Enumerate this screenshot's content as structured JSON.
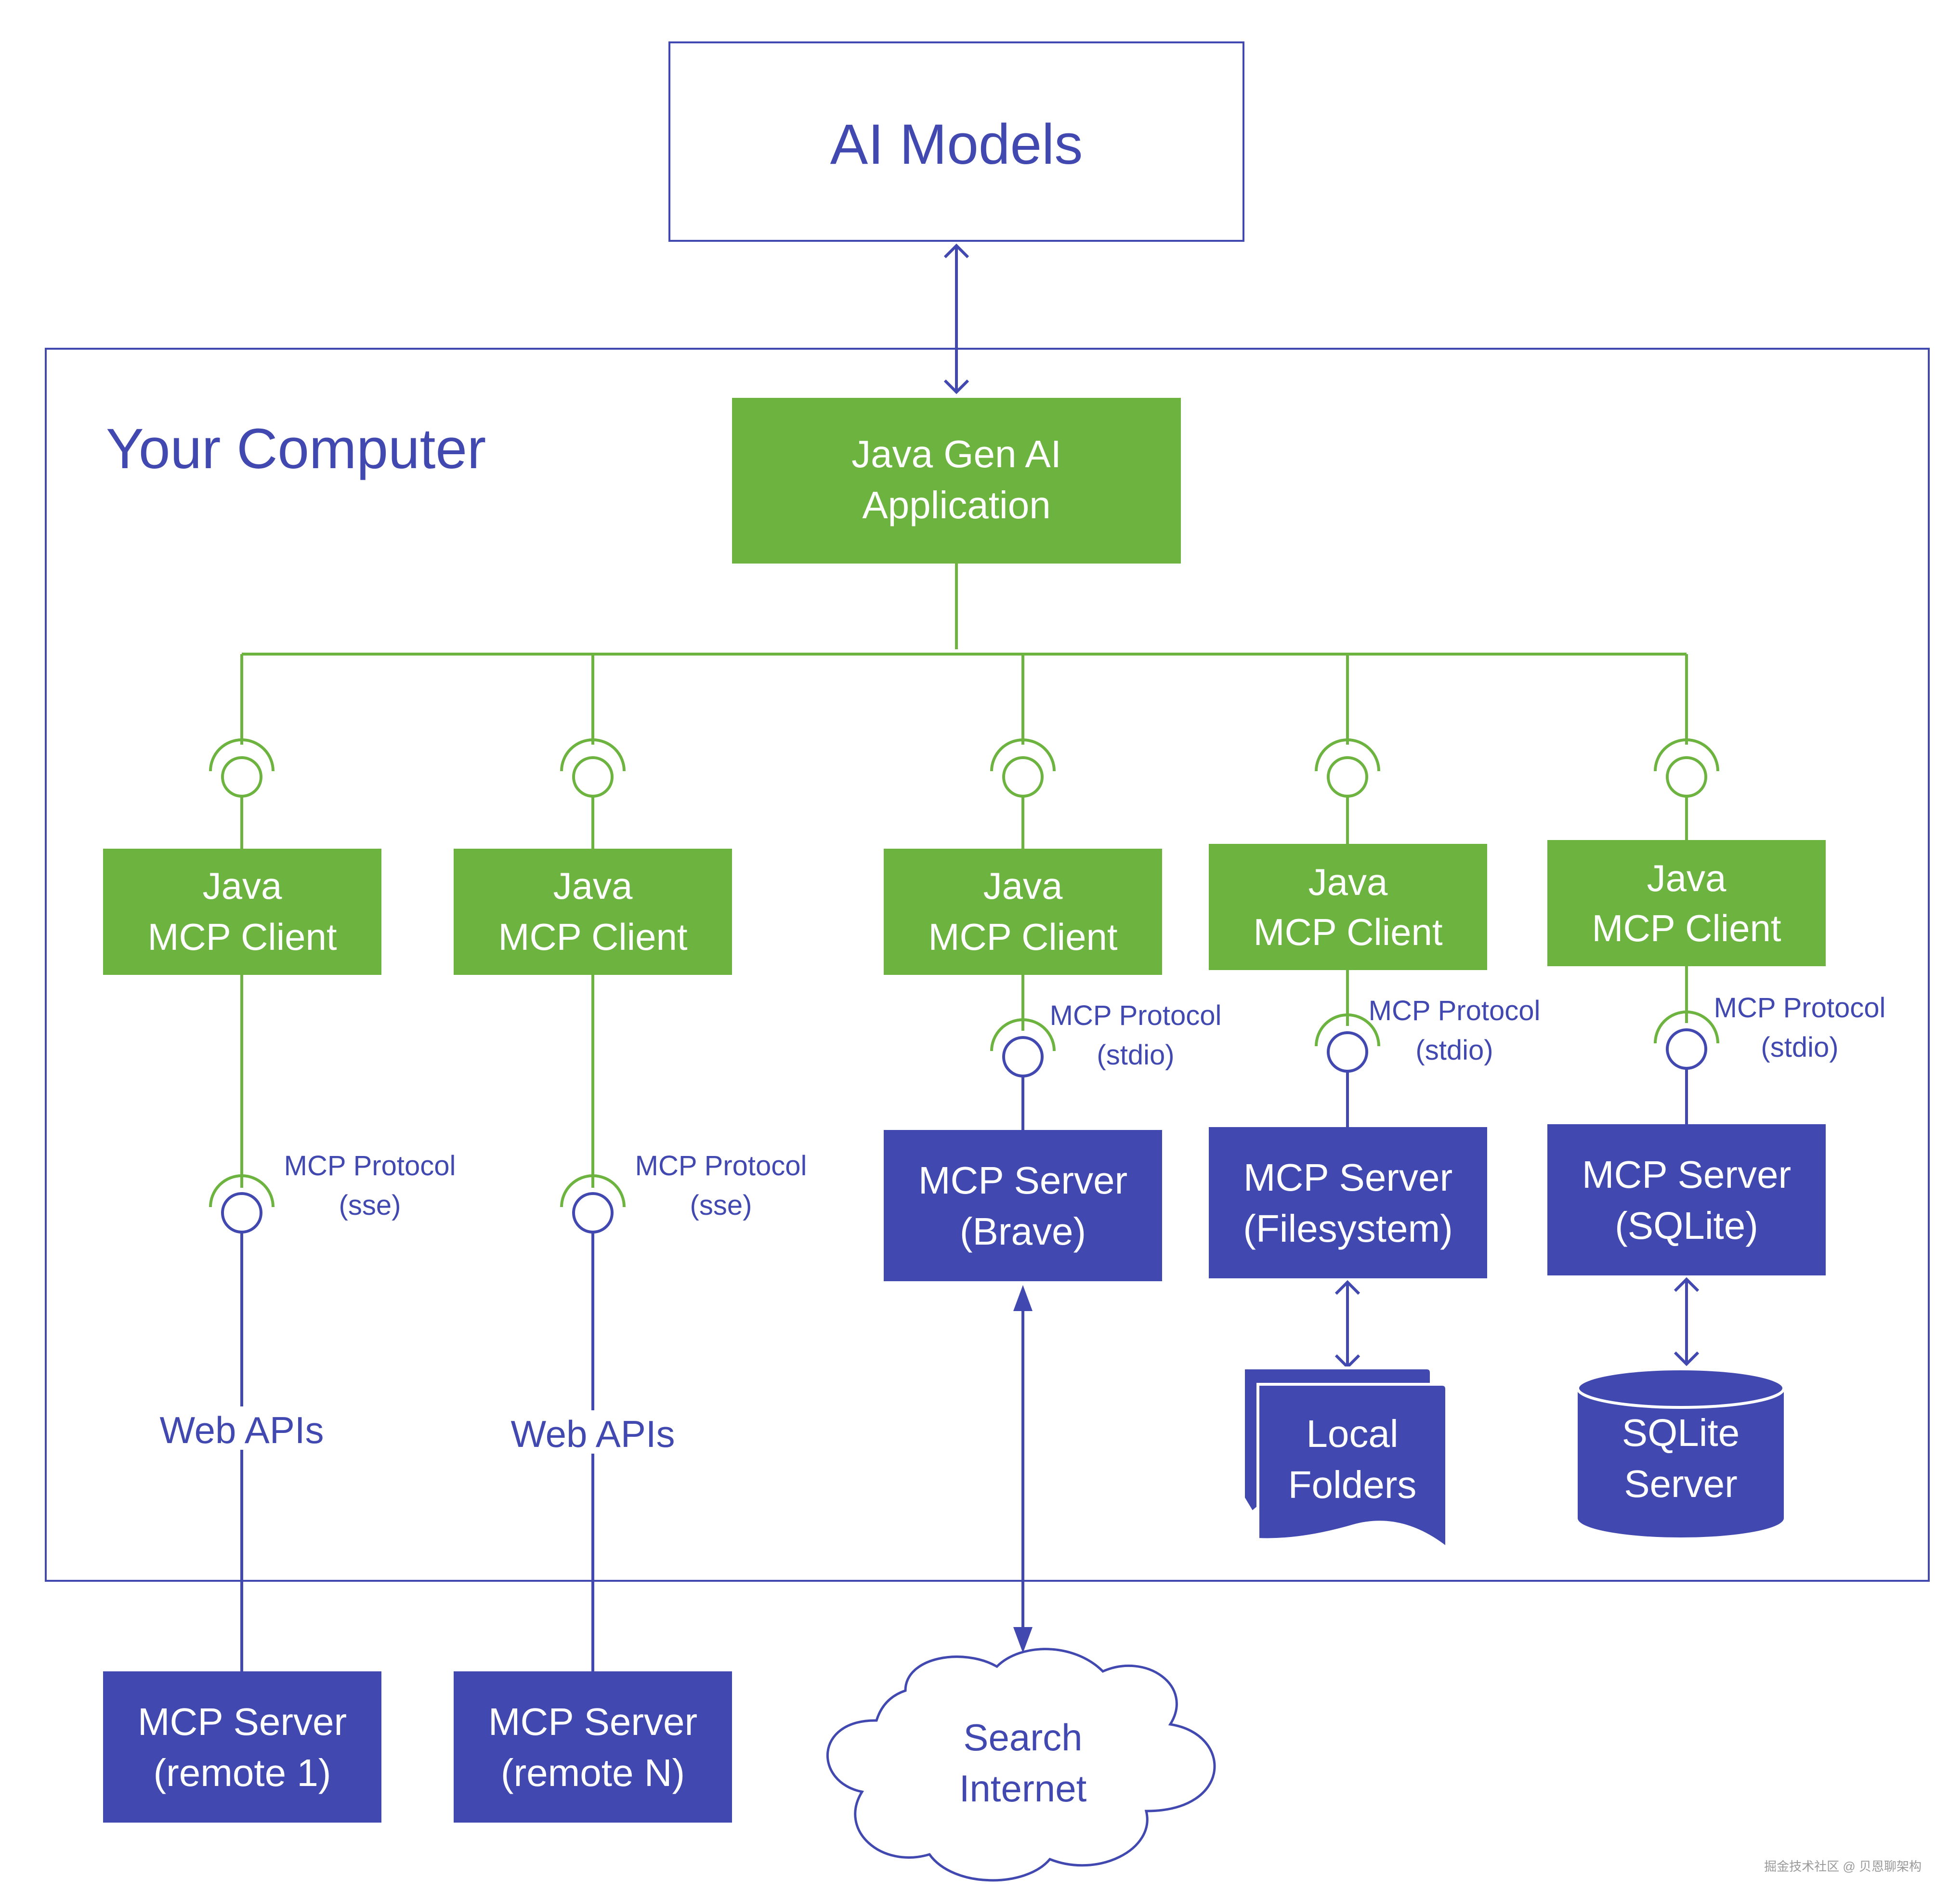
{
  "colors": {
    "indigo": "#4149b0",
    "green": "#6db33f",
    "white": "#ffffff"
  },
  "ai_models": {
    "label": "AI Models"
  },
  "computer": {
    "label": "Your Computer"
  },
  "app": {
    "line1": "Java Gen AI",
    "line2": "Application"
  },
  "clients": [
    {
      "line1": "Java",
      "line2": "MCP Client"
    },
    {
      "line1": "Java",
      "line2": "MCP Client"
    },
    {
      "line1": "Java",
      "line2": "MCP Client"
    },
    {
      "line1": "Java",
      "line2": "MCP Client"
    },
    {
      "line1": "Java",
      "line2": "MCP Client"
    }
  ],
  "protocols": [
    {
      "line1": "MCP Protocol",
      "line2": "(sse)"
    },
    {
      "line1": "MCP Protocol",
      "line2": "(sse)"
    },
    {
      "line1": "MCP Protocol",
      "line2": "(stdio)"
    },
    {
      "line1": "MCP Protocol",
      "line2": "(stdio)"
    },
    {
      "line1": "MCP Protocol",
      "line2": "(stdio)"
    }
  ],
  "web_apis": [
    "Web APIs",
    "Web APIs"
  ],
  "local_servers": [
    {
      "line1": "MCP Server",
      "line2": "(Brave)"
    },
    {
      "line1": "MCP Server",
      "line2": "(Filesystem)"
    },
    {
      "line1": "MCP Server",
      "line2": "(SQLite)"
    }
  ],
  "remote_servers": [
    {
      "line1": "MCP Server",
      "line2": "(remote 1)"
    },
    {
      "line1": "MCP Server",
      "line2": "(remote N)"
    }
  ],
  "local_folders": {
    "line1": "Local",
    "line2": "Folders"
  },
  "sqlite_server": {
    "line1": "SQLite",
    "line2": "Server"
  },
  "search_internet": {
    "line1": "Search",
    "line2": "Internet"
  },
  "watermark": "掘金技术社区 @ 贝恩聊架构"
}
